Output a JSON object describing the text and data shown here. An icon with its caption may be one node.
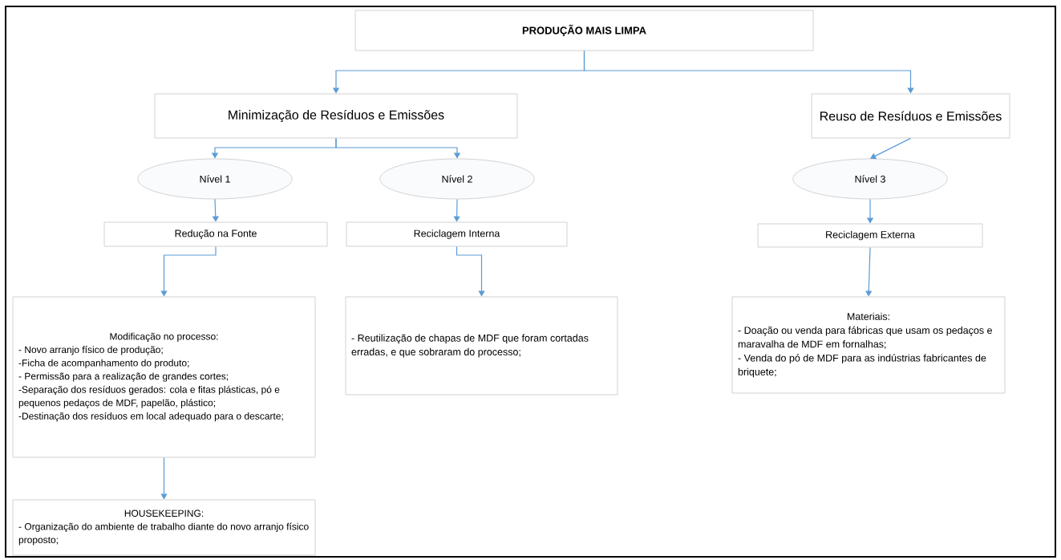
{
  "diagram": {
    "nodes": [
      {
        "text": [
          "PRODUÇÃO MAIS LIMPA"
        ]
      },
      {
        "text": [
          "Minimização de Resíduos e Emissões"
        ]
      },
      {
        "text": [
          "Reuso de Resíduos e Emissões"
        ]
      },
      {
        "text": [
          "Nível 1"
        ]
      },
      {
        "text": [
          "Nível 2"
        ]
      },
      {
        "text": [
          "Nível 3"
        ]
      },
      {
        "text": [
          "Redução na Fonte"
        ]
      },
      {
        "text": [
          "Reciclagem Interna"
        ]
      },
      {
        "text": [
          "Reciclagem Externa"
        ]
      },
      {
        "text": [
          "Modificação no processo:",
          "- Novo arranjo físico de produção;",
          "-Ficha de acompanhamento do produto;",
          "- Permissão para a realização de grandes cortes;",
          "-Separação dos resíduos gerados: cola e fitas plásticas, pó e pequenos pedaços de MDF, papelão, plástico;",
          "-Destinação dos resíduos em local adequado para o descarte;"
        ]
      },
      {
        "text": [
          "- Reutilização de chapas de MDF que foram cortadas erradas, e que sobraram do processo;"
        ]
      },
      {
        "text": [
          "Materiais:",
          "- Doação ou venda para fábricas que usam os pedaços e maravalha de MDF em fornalhas;",
          "- Venda do pó de MDF para as indústrias fabricantes de briquete;"
        ]
      },
      {
        "text": [
          "HOUSEKEEPING:",
          "- Organização do ambiente de trabalho diante do novo arranjo físico proposto;"
        ]
      }
    ],
    "edges": [
      {
        "from": 0,
        "to": 1,
        "arrow": "to"
      },
      {
        "from": 0,
        "to": 2,
        "arrow": "to"
      },
      {
        "from": 1,
        "to": 3,
        "arrow": "to"
      },
      {
        "from": 1,
        "to": 4,
        "arrow": "to"
      },
      {
        "from": 2,
        "to": 5,
        "arrow": "to"
      },
      {
        "from": 3,
        "to": 6,
        "arrow": "to"
      },
      {
        "from": 4,
        "to": 7,
        "arrow": "to"
      },
      {
        "from": 5,
        "to": 8,
        "arrow": "to"
      },
      {
        "from": 6,
        "to": 9,
        "arrow": "to"
      },
      {
        "from": 7,
        "to": 10,
        "arrow": "to"
      },
      {
        "from": 8,
        "to": 11,
        "arrow": "to"
      },
      {
        "from": 9,
        "to": 12,
        "arrow": "to"
      }
    ]
  }
}
